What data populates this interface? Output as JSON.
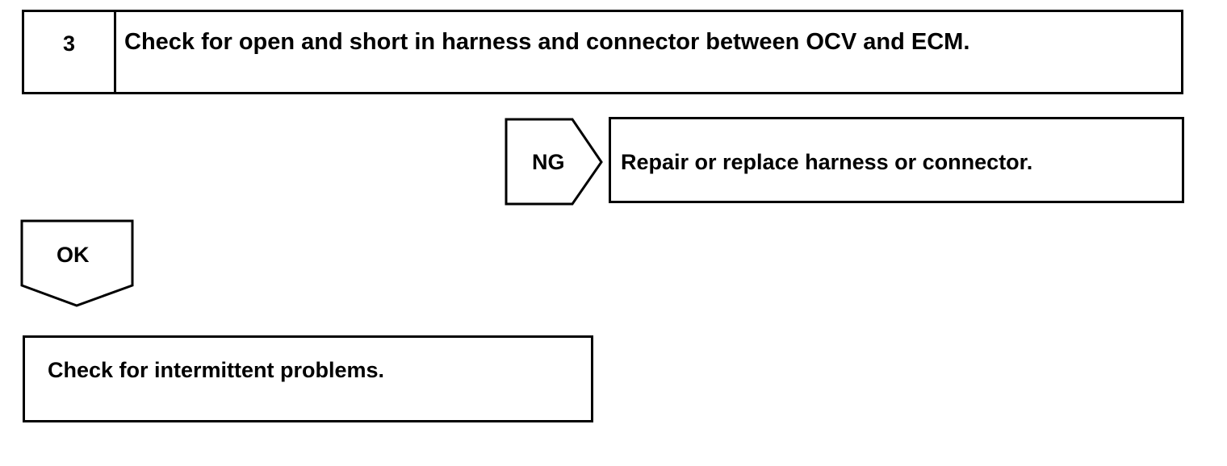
{
  "step": {
    "number": "3",
    "title": "Check for open and short in harness and connector between OCV and ECM."
  },
  "ng_branch": {
    "label": "NG",
    "action": "Repair or replace harness or connector."
  },
  "ok_branch": {
    "label": "OK",
    "action": "Check for intermittent problems."
  }
}
